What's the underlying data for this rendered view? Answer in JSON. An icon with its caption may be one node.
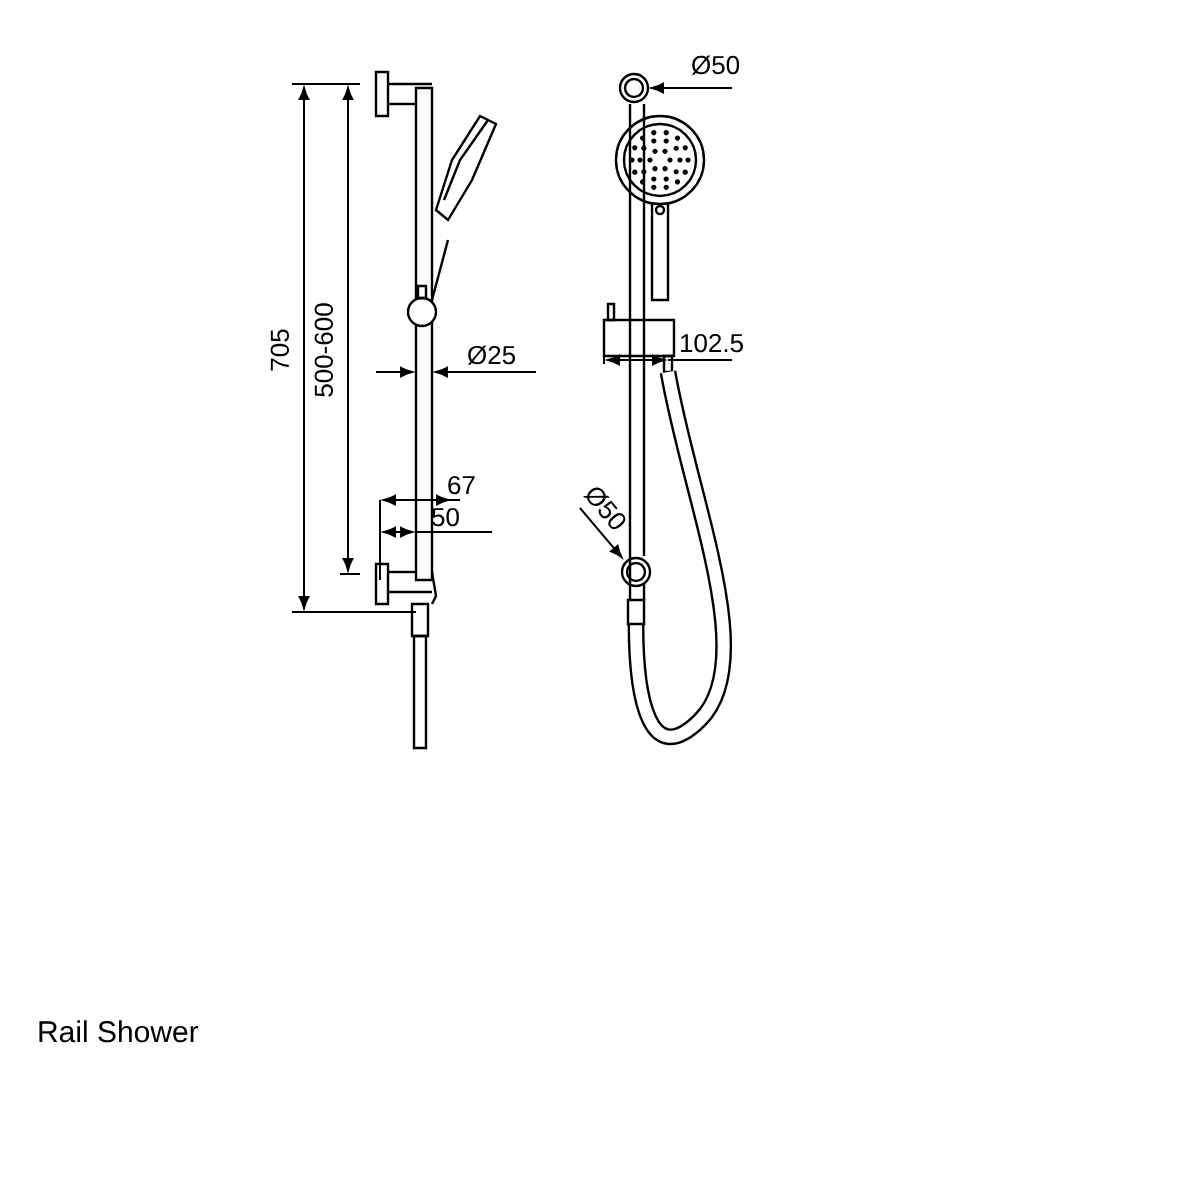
{
  "diagram": {
    "caption": "Rail Shower",
    "labels": [
      "Ø50",
      "705",
      "500-600",
      "102.5",
      "Ø25",
      "67",
      "50",
      "Ø50"
    ]
  }
}
